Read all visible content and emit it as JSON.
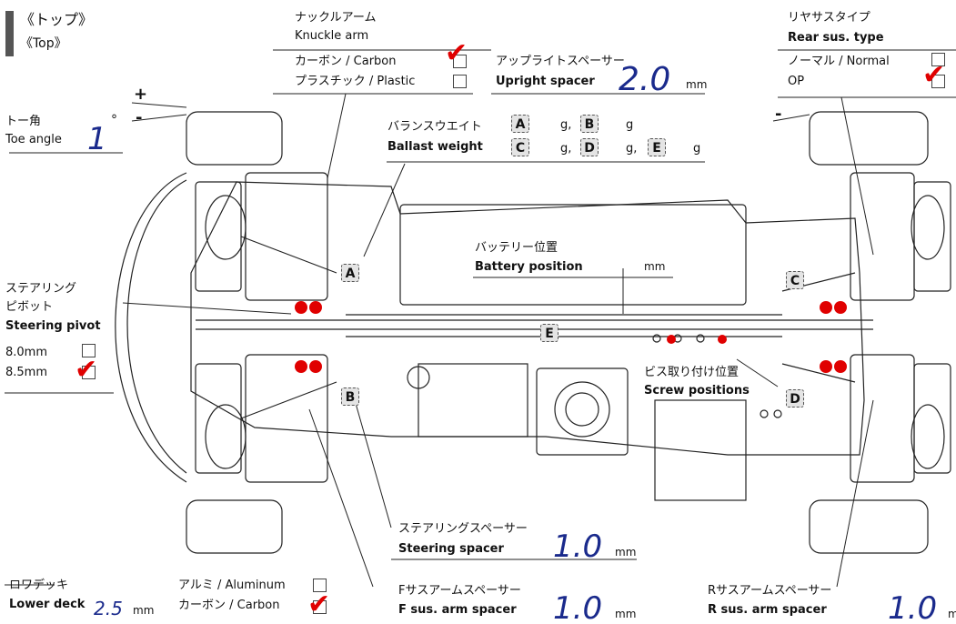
{
  "header": {
    "title_ja": "《トップ》",
    "title_en": "《Top》"
  },
  "knuckle_arm": {
    "ja": "ナックルアーム",
    "en": "Knuckle arm",
    "carbon": "カーボン / Carbon",
    "plastic": "プラスチック / Plastic"
  },
  "upright_spacer": {
    "ja": "アップライトスペーサー",
    "en": "Upright spacer",
    "value": "2.0",
    "unit": "mm"
  },
  "rear_sus_type": {
    "ja": "リヤサスタイプ",
    "en": "Rear sus. type",
    "normal": "ノーマル / Normal",
    "op": "OP"
  },
  "toe": {
    "ja": "トー角",
    "en": "Toe angle",
    "value": "1",
    "unit": "°",
    "plus": "+",
    "minus": "-",
    "rear_minus": "-"
  },
  "ballast": {
    "ja": "バランスウエイト",
    "en": "Ballast weight",
    "g": "g",
    "g_comma": "g,"
  },
  "tags": {
    "A": "A",
    "B": "B",
    "C": "C",
    "D": "D",
    "E": "E"
  },
  "battery": {
    "ja": "バッテリー位置",
    "en": "Battery position",
    "unit": "mm"
  },
  "steering_pivot": {
    "ja1": "ステアリング",
    "ja2": "ピボット",
    "en": "Steering pivot",
    "opt1": "8.0mm",
    "opt2": "8.5mm"
  },
  "screw": {
    "ja": "ビス取り付け位置",
    "en": "Screw positions"
  },
  "steering_spacer": {
    "ja": "ステアリングスペーサー",
    "en": "Steering spacer",
    "value": "1.0",
    "unit": "mm"
  },
  "lower_deck": {
    "ja": "ロワデッキ",
    "en": "Lower deck",
    "value": "2.5",
    "unit": "mm",
    "aluminum": "アルミ / Aluminum",
    "carbon": "カーボン / Carbon"
  },
  "f_arm_spacer": {
    "ja": "Fサスアームスペーサー",
    "en": "F sus. arm spacer",
    "value": "1.0",
    "unit": "mm"
  },
  "r_arm_spacer": {
    "ja": "Rサスアームスペーサー",
    "en": "R sus. arm spacer",
    "value": "1.0",
    "unit": "m"
  },
  "check_mark": "✔",
  "colors": {
    "handwriting": "#1a2a8c",
    "check": "#e00000",
    "marker": "#e00000",
    "line": "#222222"
  }
}
